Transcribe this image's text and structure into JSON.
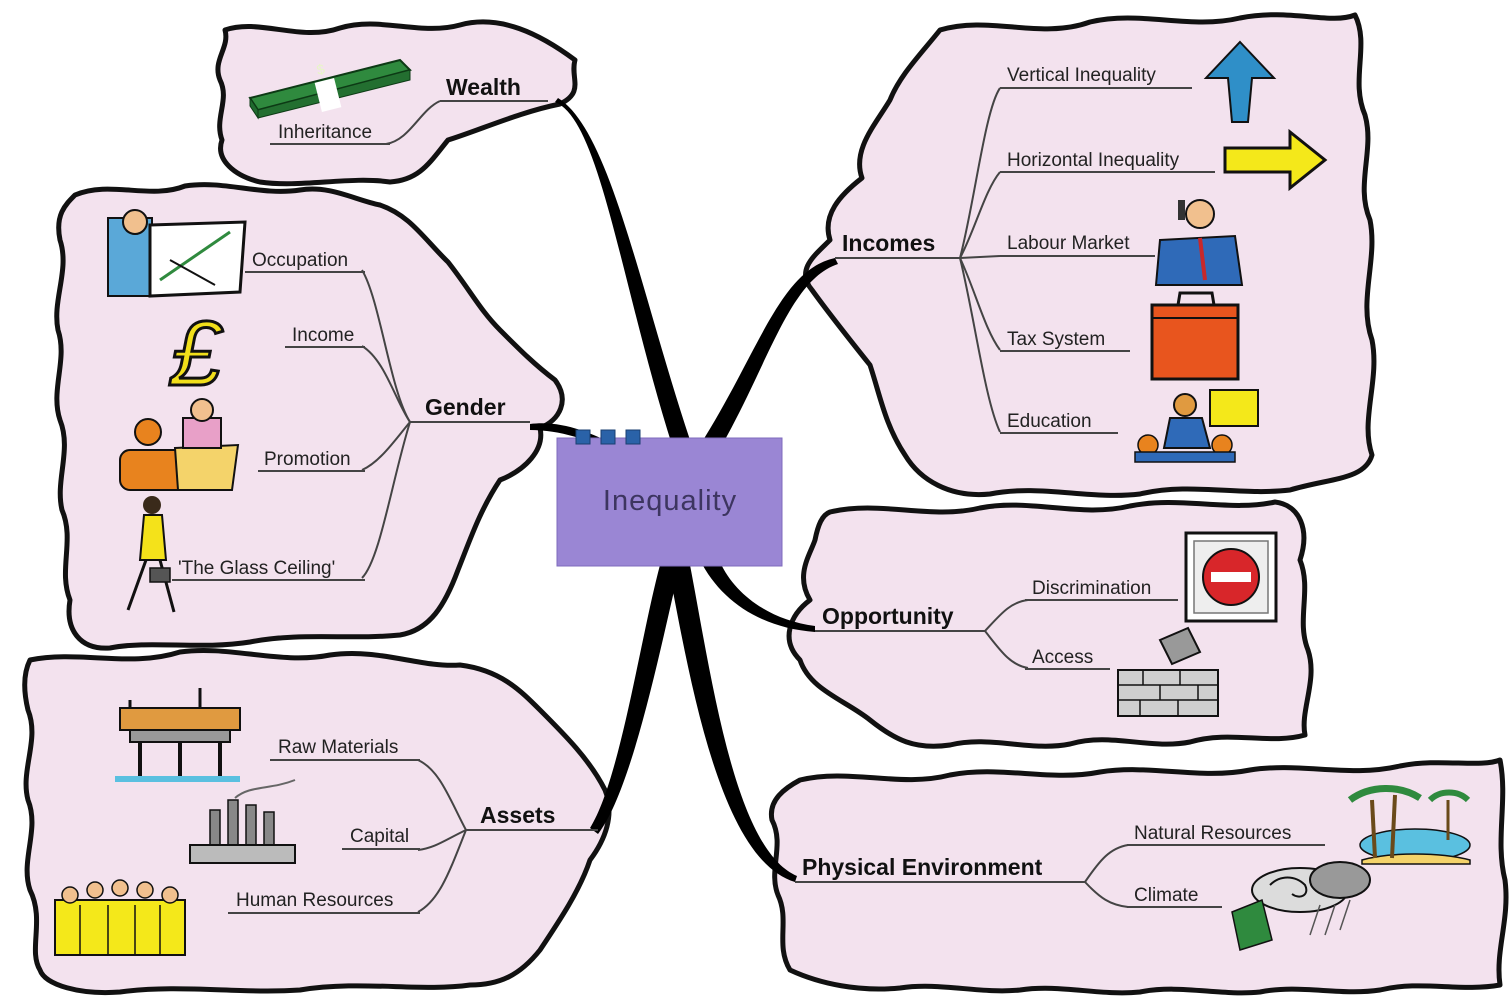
{
  "center": {
    "title": "Inequality"
  },
  "branches": {
    "wealth": {
      "label": "Wealth",
      "items": [
        "Inheritance"
      ]
    },
    "gender": {
      "label": "Gender",
      "items": [
        "Occupation",
        "Income",
        "Promotion",
        "'The Glass Ceiling'"
      ]
    },
    "assets": {
      "label": "Assets",
      "items": [
        "Raw Materials",
        "Capital",
        "Human Resources"
      ]
    },
    "incomes": {
      "label": "Incomes",
      "items": [
        "Vertical Inequality",
        "Horizontal Inequality",
        "Labour Market",
        "Tax System",
        "Education"
      ]
    },
    "opportunity": {
      "label": "Opportunity",
      "items": [
        "Discrimination",
        "Access"
      ]
    },
    "physical": {
      "label": "Physical Environment",
      "items": [
        "Natural Resources",
        "Climate"
      ]
    }
  },
  "icons": {
    "wealth": [
      "money-stack-icon"
    ],
    "gender": [
      "architect-drawing-icon",
      "pound-sign-icon",
      "interview-desk-icon",
      "businesswoman-walking-icon"
    ],
    "assets": [
      "oil-rig-icon",
      "factory-icon",
      "workforce-group-icon"
    ],
    "incomes": [
      "up-arrow-icon",
      "right-arrow-icon",
      "businessman-phone-icon",
      "briefcase-icon",
      "teacher-classroom-icon"
    ],
    "opportunity": [
      "no-entry-sign-icon",
      "brick-wall-icon"
    ],
    "physical": [
      "palm-tree-island-icon",
      "storm-cloud-icon"
    ]
  },
  "colors": {
    "cloud_fill": "#f3e2ee",
    "center_fill": "#9a86d4",
    "up_arrow": "#2f8fc8",
    "right_arrow": "#f4e81a",
    "pound_sign": "#f1df1a",
    "no_entry": "#d8262a",
    "briefcase": "#e8551e",
    "money": "#2f8a3e"
  }
}
